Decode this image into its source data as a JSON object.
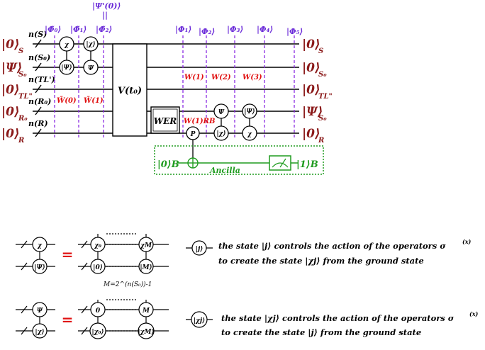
{
  "colors": {
    "wire": "#000000",
    "state_label": "#8b1a1a",
    "phase_label": "#6a2ad8",
    "phase_line": "#8a2be2",
    "w_label": "#e01010",
    "ancilla": "#1e9b1e"
  },
  "circuit": {
    "left_states": [
      {
        "ket": "|0⟩",
        "sub": "S"
      },
      {
        "ket": "|Ψ⟩",
        "sub": "S₀"
      },
      {
        "ket": "|0⟩",
        "sub": "TL\""
      },
      {
        "ket": "|0⟩",
        "sub": "R₀"
      },
      {
        "ket": "|0⟩",
        "sub": "R"
      }
    ],
    "right_states": [
      {
        "ket": "|0⟩",
        "sub": "S"
      },
      {
        "ket": "|0⟩",
        "sub": "S₀"
      },
      {
        "ket": "|0⟩",
        "sub": "TL\""
      },
      {
        "ket": "|Ψ⟩",
        "sub": "S₀"
      },
      {
        "ket": "|0⟩",
        "sub": "R"
      }
    ],
    "qubit_counts": [
      "n(S)",
      "n(S₀)",
      "n(TL')",
      "n(R₀)",
      "n(R)"
    ],
    "phases_left": [
      "|Φ̃₀⟩",
      "|Φ̃₁⟩",
      "|Φ̃₂⟩"
    ],
    "phase_top": "|Ψ'(0)⟩",
    "phase_top_eq": "||",
    "phases_right": [
      "|Φ₁⟩",
      "|Φ₂⟩",
      "|Φ₃⟩",
      "|Φ₄⟩",
      "|Φ₅⟩"
    ],
    "gate_chi": "χ",
    "gate_psi_ket": "|Ψ⟩",
    "gate_chi_ket": "|χ⟩",
    "gate_psi": "Ψ",
    "w_left": [
      "W̃(0)",
      "W̃(1)"
    ],
    "w_right": [
      "W(1)",
      "W(2)",
      "W(3)"
    ],
    "w_rb": "W(1)RB",
    "v_gate": "V(t₀)",
    "wer_gate": "WER",
    "p_gate": "P",
    "ancilla_in": "|0⟩B",
    "ancilla_label": "Ancilla",
    "ancilla_out": "|1⟩B"
  },
  "legend1": {
    "lhs_top": "χ",
    "lhs_bottom": "|Ψ⟩",
    "equals": "=",
    "rhs_top_first": "χ₀",
    "rhs_top_last": "χM",
    "rhs_bottom_first": "|0⟩",
    "rhs_bottom_last": "|M⟩",
    "caption": "M=2^(n(S₀))-1",
    "symbol": "|j⟩",
    "text_line1": "the state |j⟩ controls the action of  the operators σ",
    "text_line1_sup": "(x)",
    "text_line2": "to create the state |χj⟩  from the ground state"
  },
  "legend2": {
    "lhs_top": "Ψ",
    "lhs_bottom": "|χ⟩",
    "equals": "=",
    "rhs_top_first": "0",
    "rhs_top_last": "M",
    "rhs_bottom_first": "|χ₀⟩",
    "rhs_bottom_last": "|χM⟩",
    "symbol": "|χj⟩",
    "text_line1": "the state |χj⟩ controls the action of  the operators σ",
    "text_line1_sup": "(x)",
    "text_line2": "to create the state |j⟩ from the ground state"
  }
}
